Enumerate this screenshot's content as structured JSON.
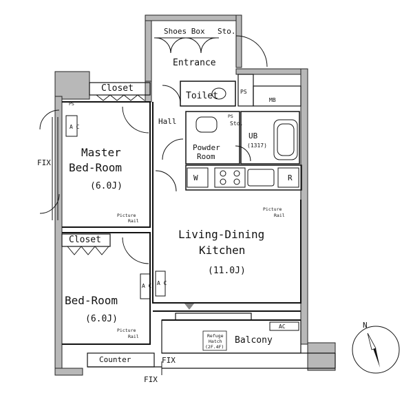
{
  "rooms": {
    "shoes_box": "Shoes Box",
    "shoes_sto": "Sto.",
    "entrance": "Entrance",
    "toilet": "Toilet",
    "ps_upper": "PS",
    "mb": "MB",
    "closet_master": "Closet",
    "ps_master": "PS",
    "hall": "Hall",
    "powder_sto": "Sto.",
    "ps_small": "PS",
    "ub_line1": "UB",
    "ub_line2": "(1317)",
    "powder_line1": "Powder",
    "powder_line2": "Room",
    "master_line1": "Master",
    "master_line2": "Bed-Room",
    "master_size": "(6.0J)",
    "w_label": "W",
    "r_label": "R",
    "ac_master": "A C",
    "picture_rail_1": "Picture",
    "rail_1": "Rail",
    "picture_rail_2": "Picture",
    "rail_2": "Rail",
    "picture_rail_3": "Picture",
    "rail_3": "Rail",
    "ldk_line1": "Living-Dining",
    "ldk_line2": "Kitchen",
    "ldk_size": "(11.0J)",
    "closet_bed": "Closet",
    "ac_bed": "A C",
    "ac_ldk": "A C",
    "bed_line1": "Bed-Room",
    "bed_size": "(6.0J)",
    "ac_balcony": "AC",
    "refuge_1": "Refuge",
    "refuge_2": "Hatch",
    "refuge_3": "(2F.4F)",
    "balcony": "Balcony",
    "counter": "Counter"
  },
  "labels": {
    "fix_left": "FIX",
    "fix_right": "FIX",
    "fix_bottom": "FIX",
    "north": "N"
  }
}
